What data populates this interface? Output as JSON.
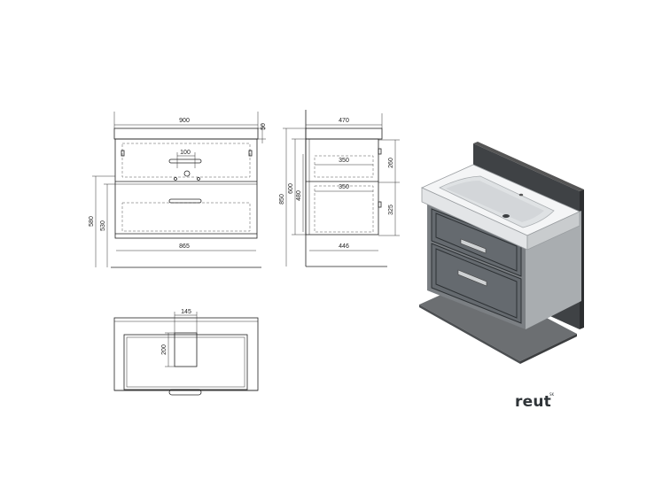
{
  "front_view": {
    "dims": {
      "total_width": "900",
      "worktop_thickness": "50",
      "handle_spacing": "100",
      "inner_width": "865",
      "height_580": "580",
      "height_530": "530"
    }
  },
  "side_view": {
    "dims": {
      "depth_top": "470",
      "shelf_top": "350",
      "shelf_bottom": "350",
      "depth_bottom": "446",
      "height_850": "850",
      "height_600": "600",
      "height_480": "480",
      "height_260": "260",
      "height_325": "325"
    }
  },
  "top_view": {
    "dims": {
      "cutout_width": "145",
      "cutout_depth": "200"
    }
  },
  "brand": {
    "name": "reut",
    "superscript": "SK"
  }
}
